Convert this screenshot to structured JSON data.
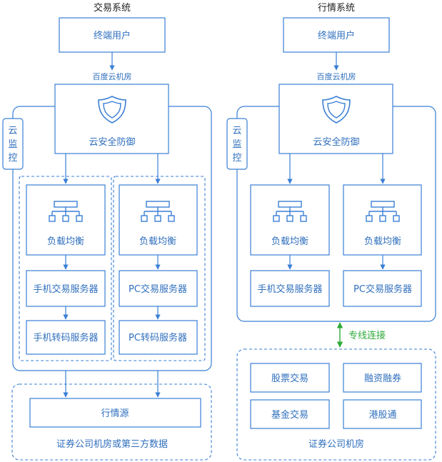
{
  "left": {
    "title": "交易系统",
    "end_user": "终端用户",
    "cloud_room": "百度云机房",
    "defense": "云安全防御",
    "monitor": [
      "云",
      "监",
      "控"
    ],
    "mobile_lb": "负载均衡",
    "mobile_trade": "手机交易服务器",
    "mobile_transcode": "手机转码服务器",
    "pc_lb": "负载均衡",
    "pc_trade": "PC交易服务器",
    "pc_transcode": "PC转码服务器",
    "quote_source": "行情源",
    "bottom_label": "证券公司机房或第三方数据"
  },
  "right": {
    "title": "行情系统",
    "end_user": "终端用户",
    "cloud_room": "百度云机房",
    "defense": "云安全防御",
    "monitor": [
      "云",
      "监",
      "控"
    ],
    "mobile_lb": "负载均衡",
    "mobile_trade": "手机交易服务器",
    "pc_lb": "负载均衡",
    "pc_trade": "PC交易服务器",
    "link_label": "专线连接",
    "stock_trade": "股票交易",
    "margin_trade": "融资融券",
    "fund_trade": "基金交易",
    "hk_connect": "港股通",
    "bottom_label": "证券公司机房"
  },
  "colors": {
    "primary": "#3a7fd5",
    "text": "#2f6fbd",
    "link": "#2eaa3a"
  }
}
